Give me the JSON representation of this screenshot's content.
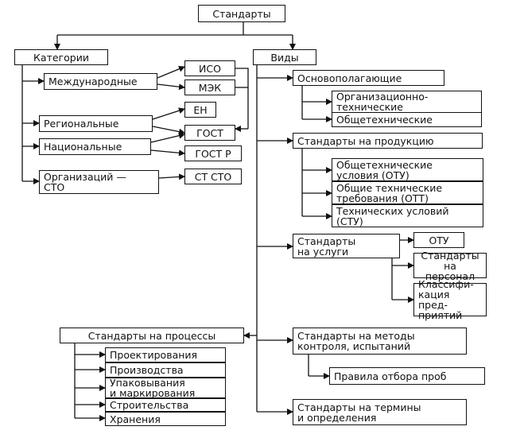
{
  "root": "Стандарты",
  "left": {
    "title": "Категории",
    "items": [
      "Международные",
      "Региональные",
      "Национальные",
      "Организаций —\nСТО"
    ],
    "docs": [
      "ИСО",
      "МЭК",
      "ЕН",
      "ГОСТ",
      "ГОСТ Р",
      "СТ СТО"
    ]
  },
  "right": {
    "title": "Виды",
    "fundamental": {
      "title": "Основополагающие",
      "items": [
        "Организационно-\nтехнические",
        "Общетехнические"
      ]
    },
    "products": {
      "title": "Стандарты на продукцию",
      "items": [
        "Общетехнические\nусловия (ОТУ)",
        "Общие технические\nтребования (ОТТ)",
        "Технических условий\n(СТУ)"
      ]
    },
    "services": {
      "title": "Стандарты\nна услуги",
      "items": [
        "ОТУ",
        "Стандарты\nна персонал",
        "Классифи-\nкация пред-\nприятий"
      ]
    },
    "methods": {
      "title": "Стандарты на методы\nконтроля, испытаний",
      "items": [
        "Правила отбора проб"
      ]
    },
    "terms": {
      "title": "Стандарты на термины\nи определения"
    }
  },
  "processes": {
    "title": "Стандарты на процессы",
    "items": [
      "Проектирования",
      "Производства",
      "Упаковывания\nи маркирования",
      "Строительства",
      "Хранения"
    ]
  }
}
